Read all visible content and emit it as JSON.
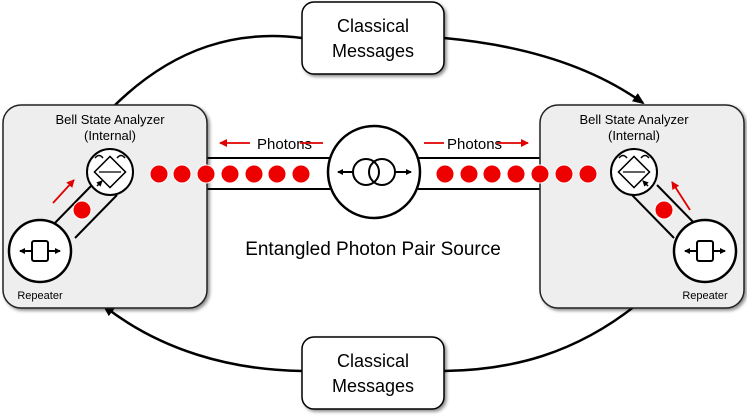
{
  "messages_top": {
    "line1": "Classical",
    "line2": "Messages"
  },
  "messages_bottom": {
    "line1": "Classical",
    "line2": "Messages"
  },
  "left_node": {
    "title": "Bell State Analyzer",
    "subtitle": "(Internal)",
    "repeater_label": "Repeater"
  },
  "right_node": {
    "title": "Bell State Analyzer",
    "subtitle": "(Internal)",
    "repeater_label": "Repeater"
  },
  "photons_left_label": "Photons",
  "photons_right_label": "Photons",
  "source_label": "Entangled Photon Pair Source",
  "colors": {
    "photon": "#ee0000",
    "arrow_red": "#e00000",
    "node_fill": "#eeeeee",
    "line": "#000000"
  },
  "icons": {
    "source": "entangled-pair-source-icon",
    "analyzer": "bell-state-analyzer-icon",
    "repeater": "repeater-icon"
  }
}
